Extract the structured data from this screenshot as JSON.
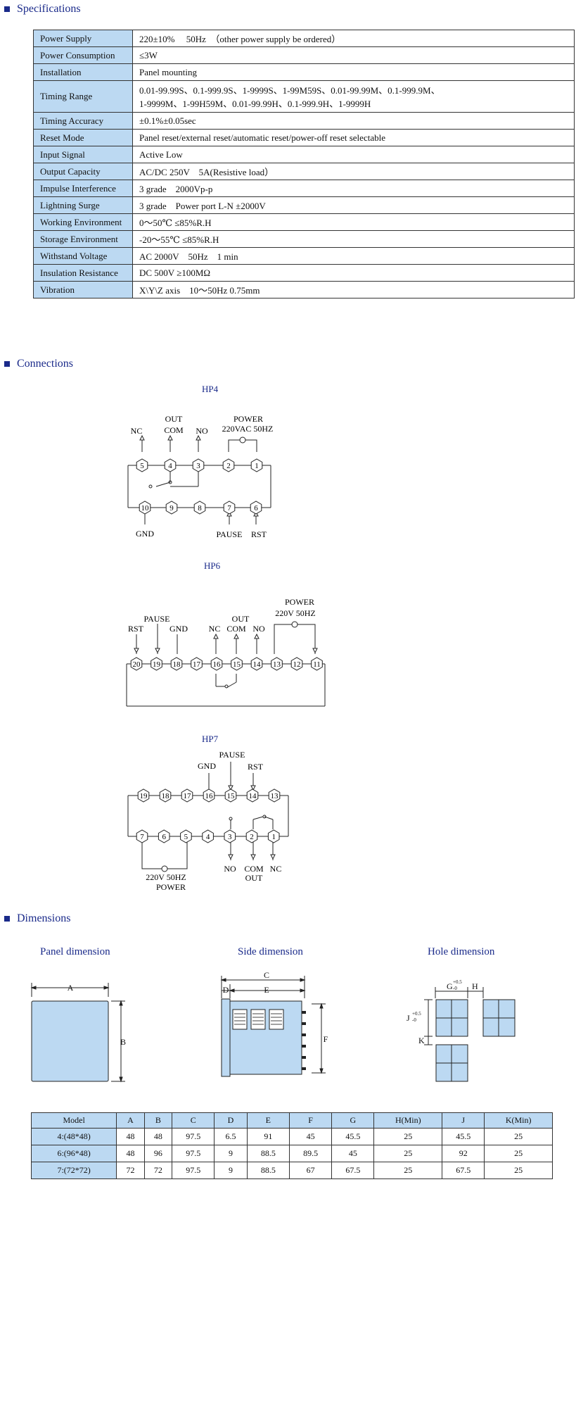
{
  "sections": {
    "spec": "Specifications",
    "conn": "Connections",
    "dim": "Dimensions"
  },
  "spec_rows": [
    [
      "Power Supply",
      "220±10%　 50Hz　（other power supply be ordered）"
    ],
    [
      "Power Consumption",
      "≤3W"
    ],
    [
      "Installation",
      "Panel mounting"
    ],
    [
      "Timing Range",
      "0.01-99.99S、0.1-999.9S、1-9999S、1-99M59S、0.01-99.99M、0.1-999.9M、"
    ],
    [
      "Timing Accuracy",
      "±0.1%±0.05sec"
    ],
    [
      "Reset Mode",
      "Panel reset/external reset/automatic reset/power-off reset selectable"
    ],
    [
      "Input Signal",
      "Active Low"
    ],
    [
      "Output Capacity",
      "AC/DC  250V　5A(Resistive load）"
    ],
    [
      "Impulse Interference",
      "3 grade　2000Vp-p"
    ],
    [
      "Lightning Surge",
      " 3 grade　Power port L-N  ±2000V"
    ],
    [
      "Working Environment",
      "0～50℃ ≤85%R.H"
    ],
    [
      "Storage Environment",
      " -20～55℃ ≤85%R.H"
    ],
    [
      "Withstand Voltage",
      "AC  2000V　50Hz　1 min"
    ],
    [
      "Insulation Resistance",
      "DC 500V ≥100MΩ"
    ],
    [
      "Vibration",
      "X\\Y\\Z axis　10～50Hz  0.75mm"
    ]
  ],
  "timing_range_line2": "1-9999M、1-99H59M、0.01-99.99H、0.1-999.9H、1-9999H",
  "hp4": {
    "title": "HP4",
    "nc": "NC",
    "out": "OUT",
    "com": "COM",
    "no": "NO",
    "power": "POWER",
    "vac": "220VAC 50HZ",
    "gnd": "GND",
    "pause": "PAUSE",
    "rst": "RST",
    "top": [
      "5",
      "4",
      "3",
      "2",
      "1"
    ],
    "bot": [
      "10",
      "9",
      "8",
      "7",
      "6"
    ]
  },
  "hp6": {
    "title": "HP6",
    "power": "POWER",
    "v": "220V 50HZ",
    "pause": "PAUSE",
    "rst": "RST",
    "gnd": "GND",
    "out": "OUT",
    "nc": "NC",
    "com": "COM",
    "no": "NO",
    "pins": [
      "20",
      "19",
      "18",
      "17",
      "16",
      "15",
      "14",
      "13",
      "12",
      "11"
    ]
  },
  "hp7": {
    "title": "HP7",
    "pause": "PAUSE",
    "gnd": "GND",
    "rst": "RST",
    "v": "220V 50HZ",
    "power": "POWER",
    "no": "NO",
    "com": "COM",
    "out": "OUT",
    "nc": "NC",
    "top": [
      "19",
      "18",
      "17",
      "16",
      "15",
      "14",
      "13"
    ],
    "bot": [
      "7",
      "6",
      "5",
      "4",
      "3",
      "2",
      "1"
    ]
  },
  "dims": {
    "panel": "Panel dimension",
    "side": "Side dimension",
    "hole": "Hole dimension",
    "a": "A",
    "b": "B",
    "c": "C",
    "d": "D",
    "e": "E",
    "f": "F",
    "g": "G",
    "h": "H",
    "j": "J",
    "k": "K",
    "g_tol_top": "+0.5",
    "g_tol_bot": "-0",
    "j_tol_top": "+0.5",
    "j_tol_bot": "-0"
  },
  "dim_table": {
    "headers": [
      "Model",
      "A",
      "B",
      "C",
      "D",
      "E",
      "F",
      "G",
      "H(Min)",
      "J",
      "K(Min)"
    ],
    "rows": [
      [
        "4:(48*48)",
        "48",
        "48",
        "97.5",
        "6.5",
        "91",
        "45",
        "45.5",
        "25",
        "45.5",
        "25"
      ],
      [
        "6:(96*48)",
        "48",
        "96",
        "97.5",
        "9",
        "88.5",
        "89.5",
        "45",
        "25",
        "92",
        "25"
      ],
      [
        "7:(72*72)",
        "72",
        "72",
        "97.5",
        "9",
        "88.5",
        "67",
        "67.5",
        "25",
        "67.5",
        "25"
      ]
    ]
  },
  "colors": {
    "accent": "#1a2a8a",
    "label_bg": "#bcd9f2"
  }
}
